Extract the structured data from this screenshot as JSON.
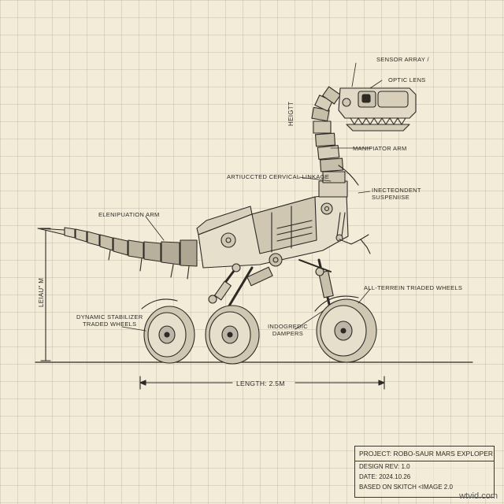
{
  "labels": {
    "sensor_array": "SENSOR ARRAY /",
    "optic_lens": "OPTIC LENS",
    "height": "HEIGTT",
    "manipulator_arm": "MANIPIATOR ARM",
    "cervical_linkage": "ARTIUCCTED CERVICAL LINKAGE",
    "independent_suspension_1": "INECTEONDENT",
    "independent_suspension_2": "SUSPENIISE",
    "tail_arm": "ELENIPUATION ARM",
    "all_terrain_wheels": "ALL-TERREIN TRIADED WHEELS",
    "stabilizer_1": "DYNAMIC STABILIZER",
    "stabilizer_2": "TRADED WHEELS",
    "dampers_1": "INDOGREDIC",
    "dampers_2": "DAMPERS",
    "length_vertical": "LEIAU\" m",
    "length_dim": "LENGTH: 2.5m"
  },
  "title_block": {
    "project": "PROJECT: ROBO-SAUR MARS EXPLOPER",
    "revision": "DESIGN REV: 1.0",
    "date": "DATE: 2024.10.26",
    "based_on": "BASED ON SKITCH <IMAGE 2.0"
  },
  "watermark": "wtvid.com",
  "colors": {
    "paper": "#f3ecd9",
    "ink": "#2d2a26",
    "shade": "#bdb6a8"
  }
}
